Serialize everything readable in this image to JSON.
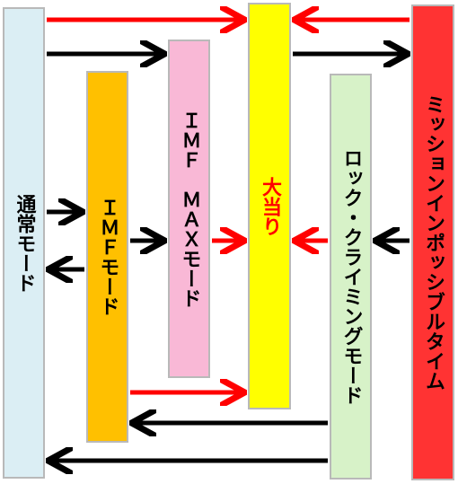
{
  "modes": {
    "normal": "通常モード",
    "imf": "ＩＭＦモード",
    "imf_max": "ＩＭＦ　ＭＡＸモード",
    "jackpot": "大当り",
    "lock": "ロック・クライミングモード",
    "mission": "ミッションインポッシブルタイム"
  },
  "colors": {
    "normal_fill": "#dbeef4",
    "imf_fill": "#ffc000",
    "imf_max_fill": "#f9b8d6",
    "jackpot_fill": "#ffff00",
    "jackpot_text": "#ff0000",
    "lock_fill": "#d7f2c8",
    "mission_fill": "#ff3333",
    "arrow_red": "#ff0000",
    "arrow_black": "#000000"
  }
}
